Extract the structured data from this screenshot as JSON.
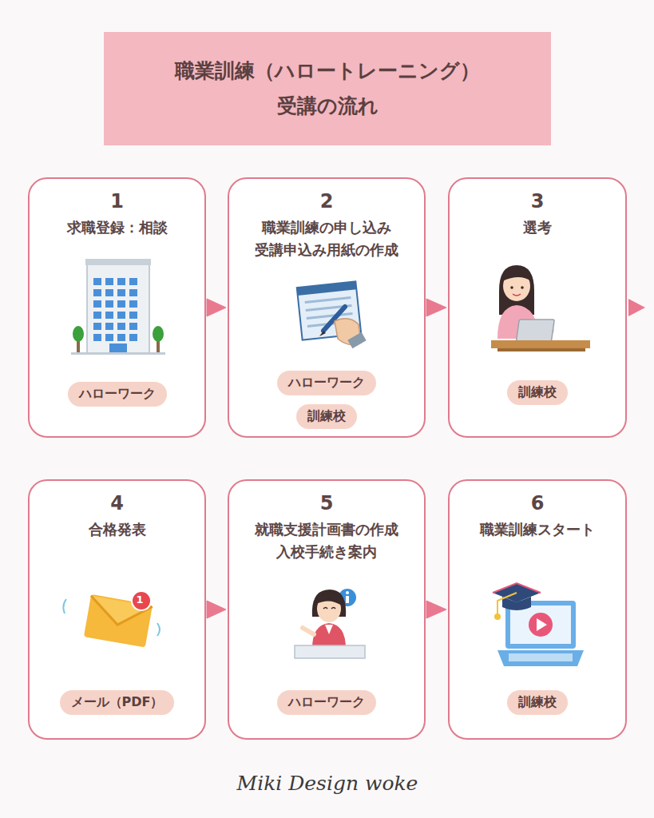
{
  "diagram": {
    "title": "職業訓練（ハロートレーニング） 受講の流れ",
    "nodes": [
      {
        "text": [
          "1",
          "求職登録：相談"
        ]
      },
      {
        "text": [
          "ハローワーク"
        ],
        "in": 0
      },
      {
        "text": [
          "2",
          "職業訓練の申し込み 受講申込み用紙の作成"
        ]
      },
      {
        "text": [
          "ハローワーク"
        ],
        "in": 2
      },
      {
        "text": [
          "訓練校"
        ],
        "in": 2
      },
      {
        "text": [
          "3",
          "選考"
        ]
      },
      {
        "text": [
          "訓練校"
        ],
        "in": 5
      },
      {
        "text": [
          "4",
          "合格発表"
        ]
      },
      {
        "text": [
          "メール（PDF）"
        ],
        "in": 7
      },
      {
        "text": [
          "5",
          "就職支援計画書の作成 入校手続き案内"
        ]
      },
      {
        "text": [
          "ハローワーク"
        ],
        "in": 9
      },
      {
        "text": [
          "6",
          "職業訓練スタート"
        ]
      },
      {
        "text": [
          "訓練校"
        ],
        "in": 11
      }
    ],
    "edges": [
      {
        "from": 0,
        "to": 2,
        "arrow": "to"
      },
      {
        "from": 2,
        "to": 5,
        "arrow": "to"
      },
      {
        "from": 7,
        "to": 9,
        "arrow": "to"
      },
      {
        "from": 9,
        "to": 11,
        "arrow": "to"
      }
    ],
    "labels": [
      "1",
      "Miki Design woke"
    ]
  }
}
